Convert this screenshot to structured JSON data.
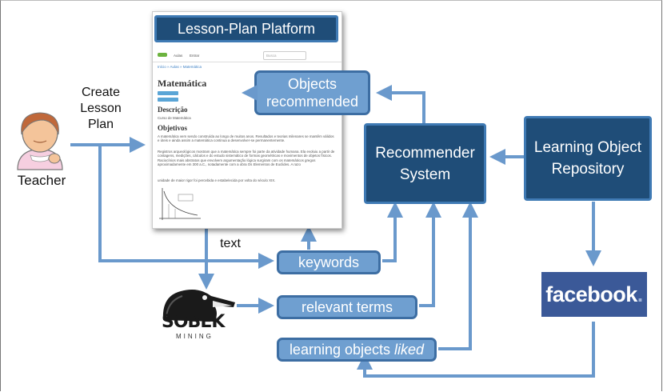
{
  "platform": {
    "title": "Lesson-Plan Platform",
    "nav": [
      "Aulas",
      "Entrar"
    ],
    "search_placeholder": "Busca",
    "breadcrumb": "Início » Aulas » Matemática",
    "page_title": "Matemática",
    "section_description": "Descrição",
    "description_text": "Curso de Matemática",
    "section_objectives": "Objetivos",
    "objectives_p1": "A matemática vem sendo construída ao longo de muitos anos. Resultados e teorias milenares se mantêm válidos e úteis e ainda assim a matemática continua a desenvolver-se permanentemente.",
    "objectives_p2": "Registros arqueológicos mostram que a matemática sempre foi parte da atividade humana. Ela evoluiu a partir de contagens, medições, cálculos e do estudo sistemático de formas geométricas e movimentos de objetos físicos. Raciocínios mais abstratos que envolvem argumentação lógica surgiram com os matemáticos gregos aproximadamente em 300 a.C., notadamente com a obra Os Elementos de Euclides. A razo",
    "objectives_p3": "unidade de maior rigor foi percebida e estabelecida por volta do século XIX."
  },
  "teacher": {
    "label": "Teacher"
  },
  "create_label": [
    "Create",
    "Lesson",
    "Plan"
  ],
  "text_label": "text",
  "boxes": {
    "objects_recommended": [
      "Objects",
      "recommended"
    ],
    "recommender_system": [
      "Recommender",
      "System"
    ],
    "learning_object_repository": [
      "Learning Object",
      "Repository"
    ],
    "keywords": "keywords",
    "relevant_terms": "relevant terms",
    "learning_objects_liked_prefix": "learning objects ",
    "learning_objects_liked_em": "liked"
  },
  "sobek": {
    "name": "SOBEK",
    "sub": "MINING"
  },
  "facebook": {
    "name": "facebook",
    "dot": "."
  },
  "colors": {
    "dark_box": "#1f4d78",
    "light_box": "#6f9fd0",
    "arrow": "#6a99cc",
    "facebook": "#3b5998"
  }
}
